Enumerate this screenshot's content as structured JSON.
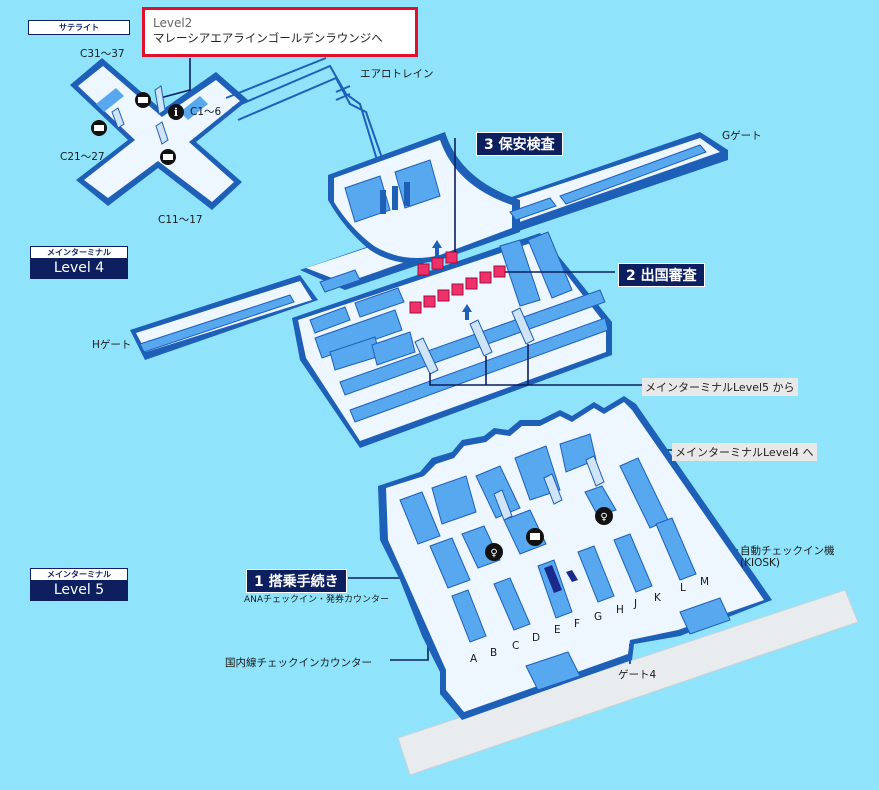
{
  "satellite_tag": "サテライト",
  "level2_box": {
    "line1": "Level2",
    "line2": "マレーシアエアラインゴールデンラウンジへ"
  },
  "labels": {
    "aerotrain": "エアロトレイン",
    "c31_37": "C31～37",
    "c1_6": "C1～6",
    "c21_27": "C21～27",
    "c11_17": "C11～17",
    "g_gate": "Gゲート",
    "h_gate": "Hゲート",
    "gate4": "ゲート4",
    "ana_checkin": "ANAチェックイン・発券カウンター",
    "domestic_checkin": "国内線チェックインカウンター",
    "kiosk_line1": "自動チェックイン機",
    "kiosk_line2": "(KIOSK)",
    "main_l5_from": "メインターミナルLevel5 から",
    "main_l4_to": "メインターミナルLevel4 へ"
  },
  "steps": {
    "security": "3 保安検査",
    "immigration": "2 出国審査",
    "checkin": "1 搭乗手続き"
  },
  "level_badges": {
    "l4_top": "メインターミナル",
    "l4_bottom": "Level 4",
    "l5_top": "メインターミナル",
    "l5_bottom": "Level 5"
  },
  "counters": [
    "A",
    "B",
    "C",
    "D",
    "E",
    "F",
    "G",
    "H",
    "J",
    "K",
    "L",
    "M"
  ],
  "colors": {
    "background": "#8fe3fb",
    "floor": "#eef6ff",
    "wall": "#1e5fb8",
    "block": "#57a8ef",
    "highlight": "#e0102c",
    "navy": "#0d1f5e",
    "checkpoint": "#f0306a"
  }
}
